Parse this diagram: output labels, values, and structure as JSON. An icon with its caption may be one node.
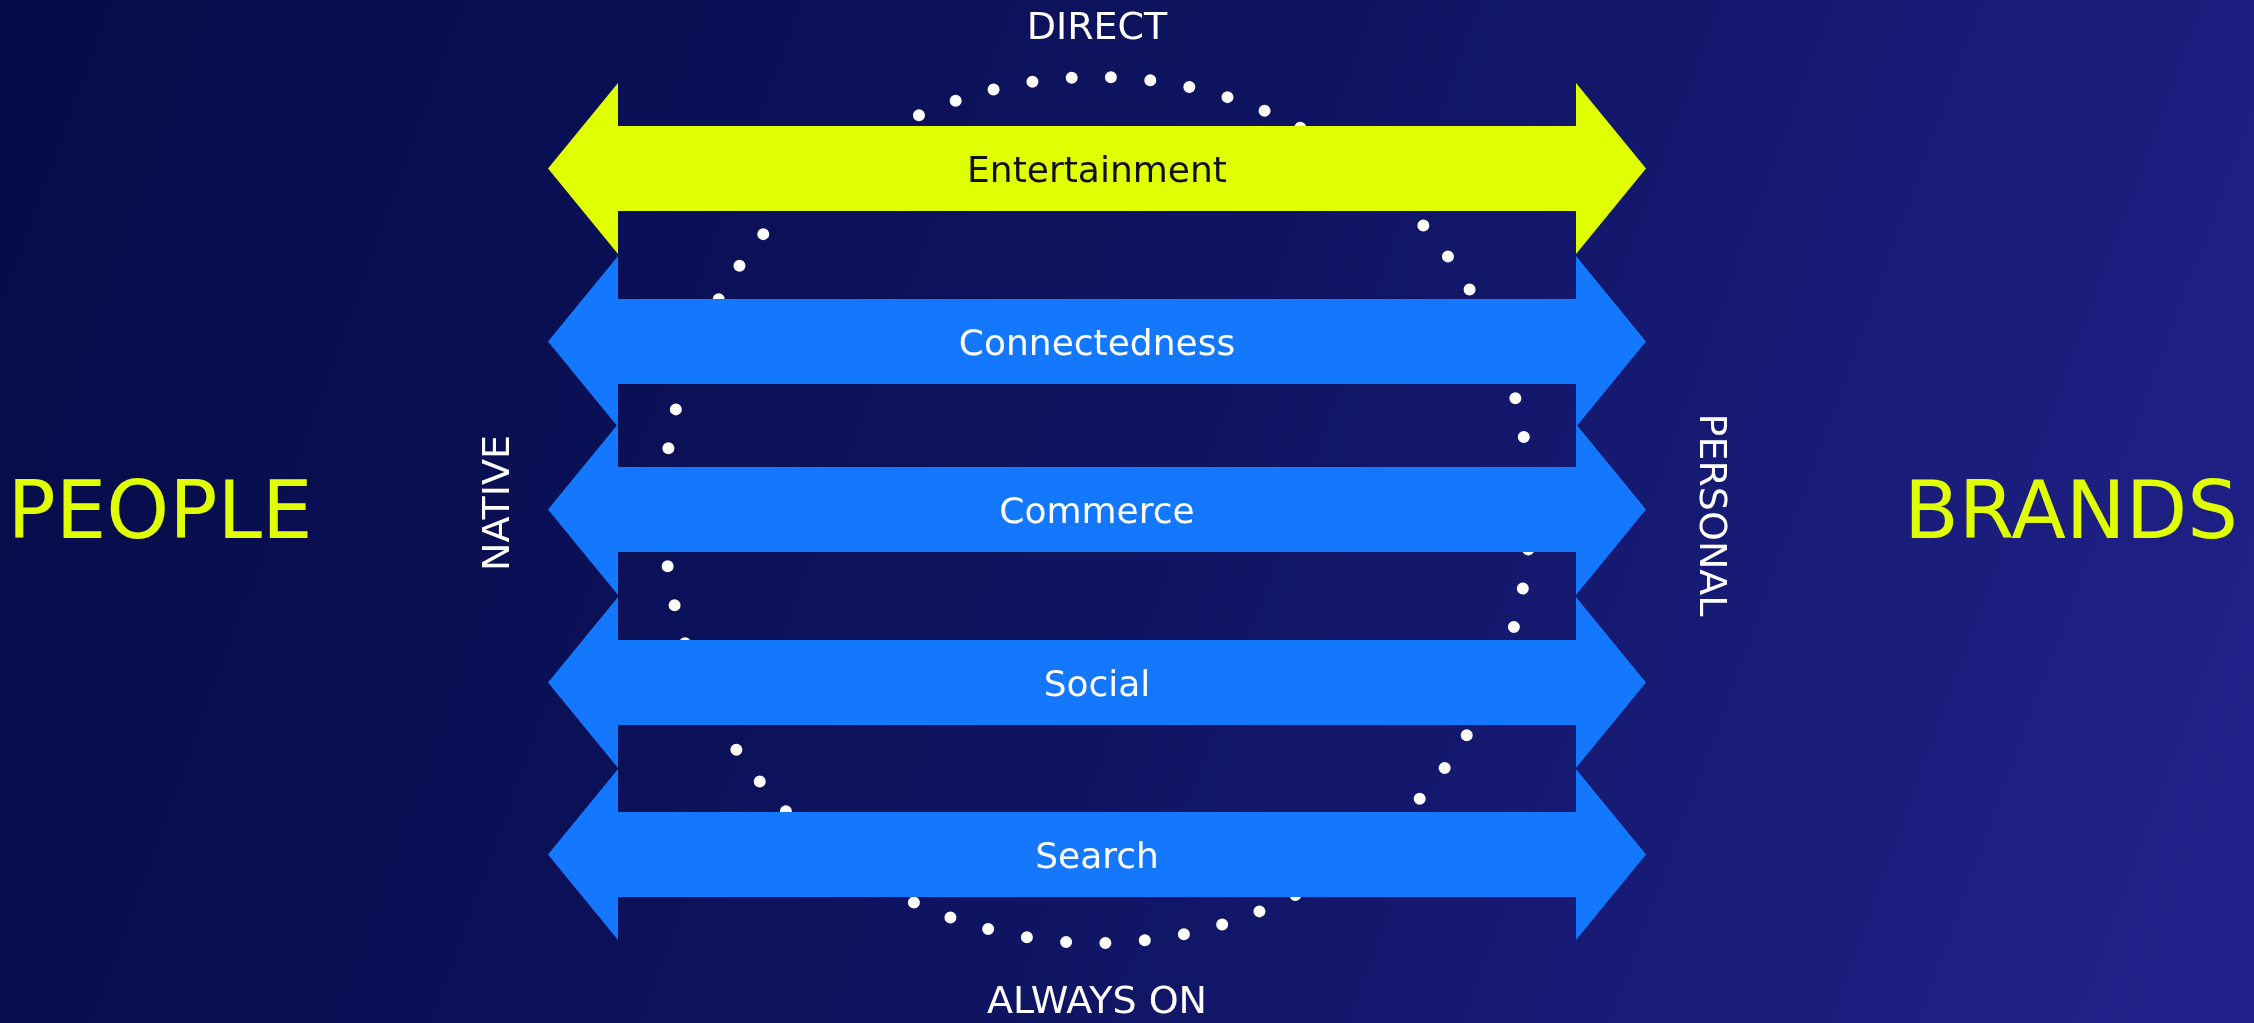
{
  "diagram": {
    "nodes": [
      {
        "text": [
          "Entertainment"
        ]
      },
      {
        "text": [
          "Connectedness"
        ]
      },
      {
        "text": [
          "Commerce"
        ]
      },
      {
        "text": [
          "Social"
        ]
      },
      {
        "text": [
          "Search"
        ]
      }
    ],
    "labels": [
      "DIRECT",
      "PEOPLE",
      "NATIVE",
      "PERSONAL",
      "BRANDS",
      "ALWAYS ON"
    ]
  }
}
